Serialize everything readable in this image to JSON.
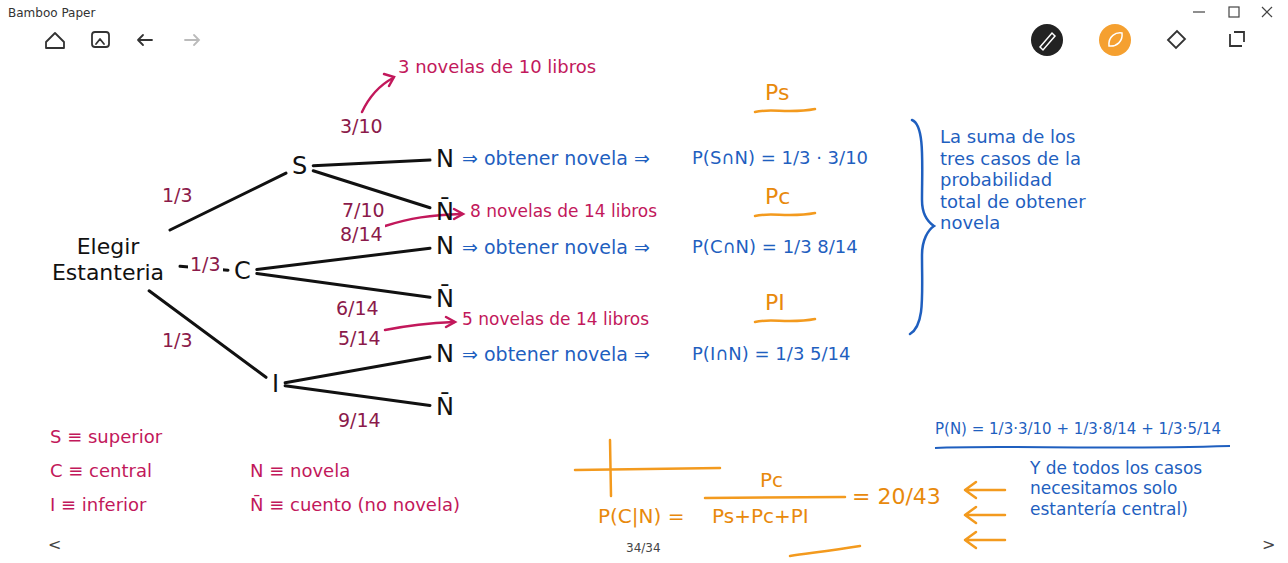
{
  "diagram": {
    "nodes": [
      {
        "text": [
          "Elegir Estanteria"
        ]
      },
      {
        "text": [
          "S"
        ]
      },
      {
        "text": [
          "C"
        ]
      },
      {
        "text": [
          "I"
        ]
      },
      {
        "text": [
          "N"
        ]
      },
      {
        "text": [
          "N̄"
        ]
      },
      {
        "text": [
          "N"
        ]
      },
      {
        "text": [
          "N̄"
        ]
      },
      {
        "text": [
          "N"
        ]
      },
      {
        "text": [
          "N̄"
        ]
      }
    ],
    "edges": [
      {
        "from": 0,
        "to": 1,
        "label": "1/3",
        "arrow": "none"
      },
      {
        "from": 0,
        "to": 2,
        "label": "1/3",
        "arrow": "none"
      },
      {
        "from": 0,
        "to": 3,
        "label": "1/3",
        "arrow": "none"
      },
      {
        "from": 1,
        "to": 4,
        "label": "3/10",
        "arrow": "none"
      },
      {
        "from": 1,
        "to": 5,
        "label": "7/10",
        "arrow": "none"
      },
      {
        "from": 2,
        "to": 6,
        "label": "8/14",
        "arrow": "none"
      },
      {
        "from": 2,
        "to": 7,
        "label": "6/14",
        "arrow": "none"
      },
      {
        "from": 3,
        "to": 8,
        "label": "5/14",
        "arrow": "none"
      },
      {
        "from": 3,
        "to": 9,
        "label": "9/14",
        "arrow": "none"
      }
    ],
    "labels": [
      "Bamboo Paper",
      "3 novelas de 10 libros",
      "Ps",
      "⇒ obtener novela ⇒",
      "P(S∩N) = 1/3 · 3/10",
      "8 novelas de 14 libros",
      "Pc",
      "⇒ obtener novela ⇒",
      "P(C∩N) = 1/3 8/14",
      "5 novelas de 14 libros",
      "PI",
      "⇒ obtener novela ⇒",
      "P(I∩N) = 1/3 5/14",
      "La suma de los tres casos de la probabilidad total de obtener novela",
      "P(N) = 1/3·3/10 + 1/3·8/14 + 1/3·5/14",
      "Y de todos los casos necesitamos solo estantería central)",
      "S ≡ superior",
      "C ≡ central",
      "I ≡ inferior",
      "N ≡ novela",
      "N̄ ≡ cuento (no novela)",
      "P(C|N) =",
      "Pc",
      "Ps+Pc+PI",
      "= 20/43",
      "34/34",
      "<",
      ">"
    ]
  }
}
